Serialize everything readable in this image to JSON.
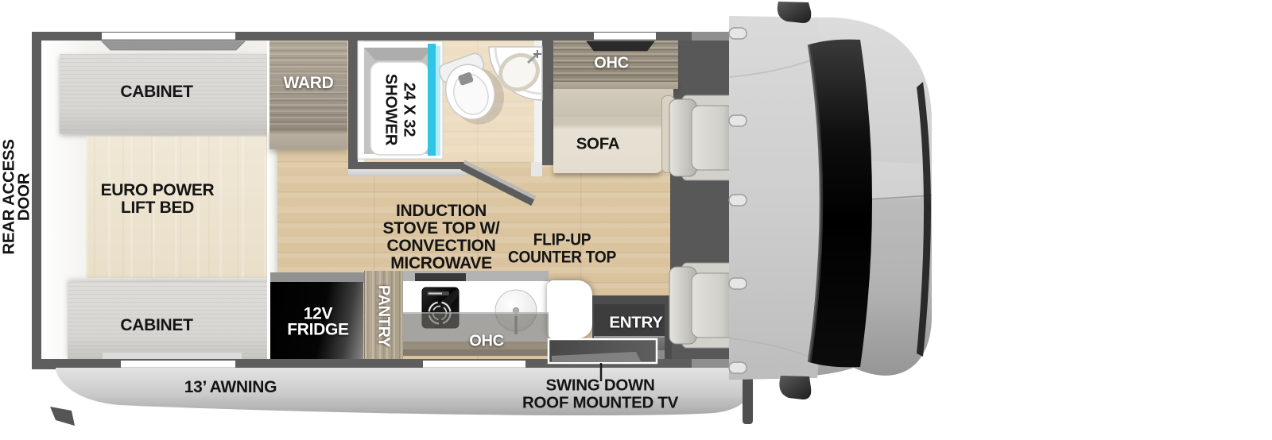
{
  "diagram": {
    "type": "rv-floorplan",
    "labels": {
      "rear_access_door": "REAR ACCESS\nDOOR",
      "cabinet_rear_top": "CABINET",
      "ward": "WARD",
      "shower": "24 X 32\nSHOWER",
      "ohc_sofa": "OHC",
      "sofa": "SOFA",
      "bed": "EURO POWER\nLIFT BED",
      "stove": "INDUCTION\nSTOVE TOP W/\nCONVECTION\nMICROWAVE",
      "flip_counter": "FLIP-UP\nCOUNTER TOP",
      "cabinet_rear_bottom": "CABINET",
      "fridge": "12V\nFRIDGE",
      "pantry": "PANTRY",
      "ohc_kitchen": "OHC",
      "entry": "ENTRY",
      "awning": "13’ AWNING",
      "tv": "SWING DOWN\nROOF MOUNTED TV"
    },
    "colors": {
      "wall": "#5e5e5e",
      "wood_floor": "#d7bd97",
      "dark_floor": "#585858",
      "shower_glass": "#2fc4e8",
      "cab_body": "#c9c9c9",
      "awning": "#c6c6c6",
      "label_dark": "#141414",
      "label_light": "#ffffff"
    }
  }
}
